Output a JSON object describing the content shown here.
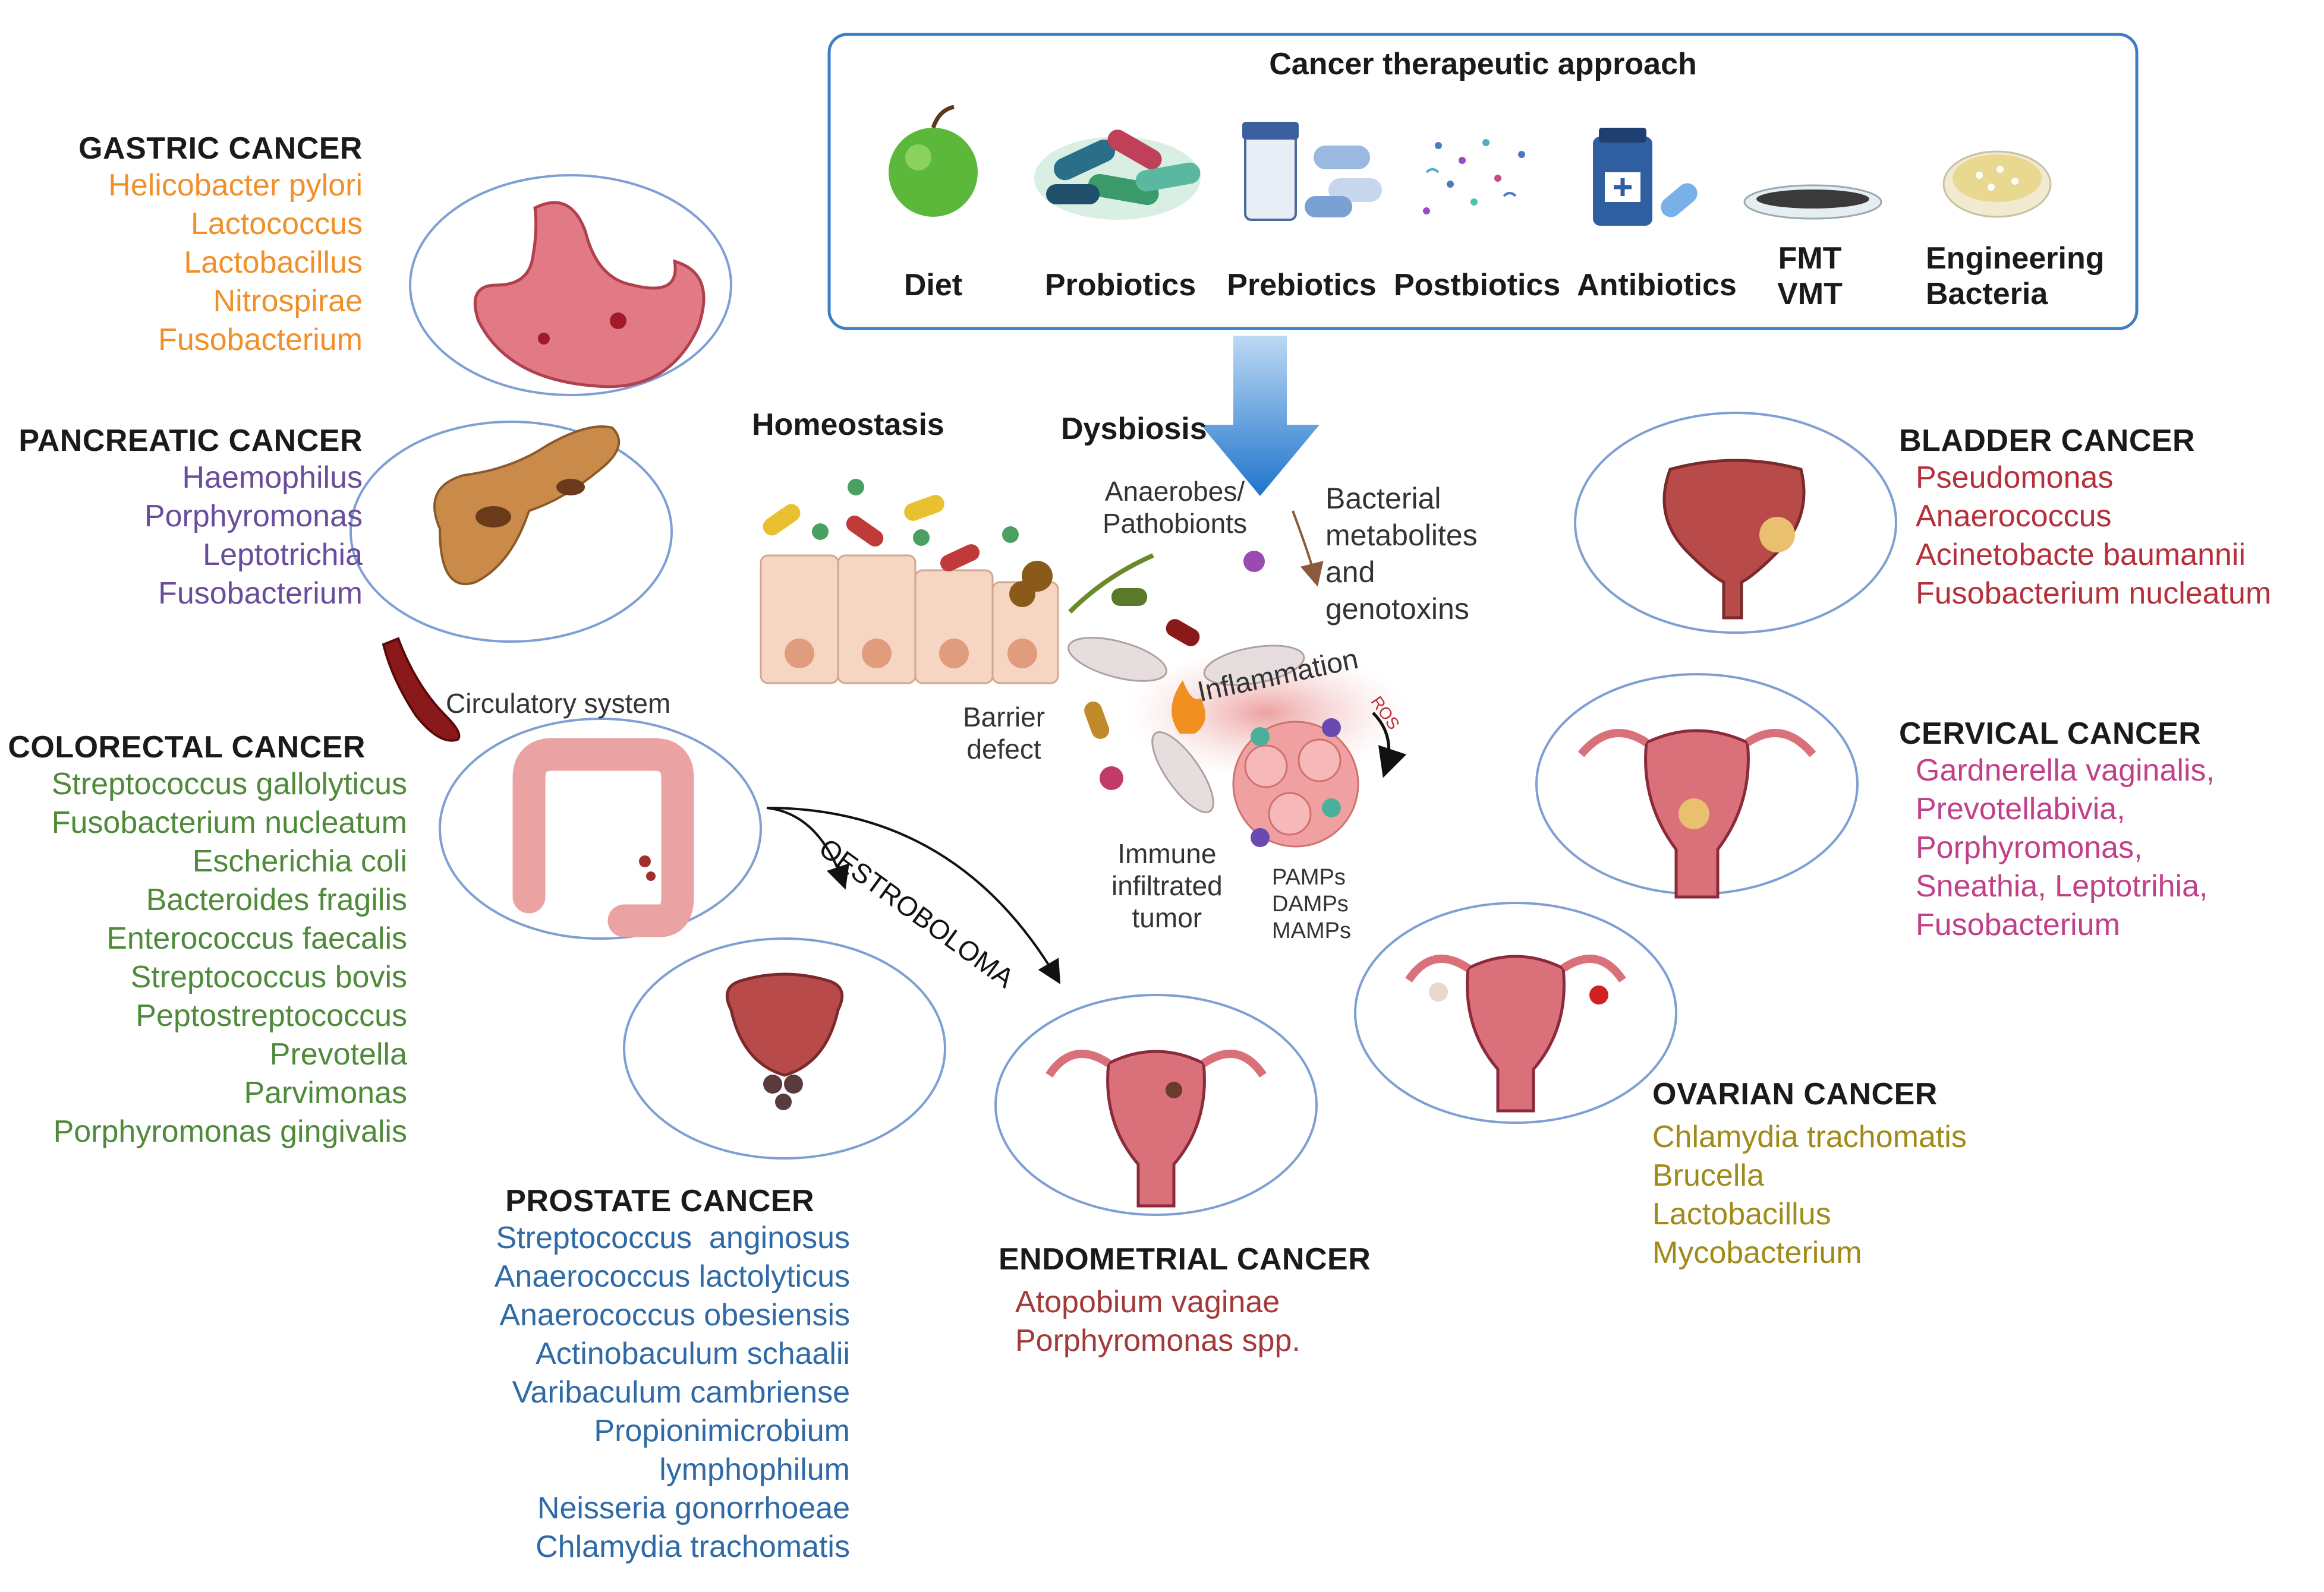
{
  "therapy": {
    "title": "Cancer therapeutic approach",
    "items": [
      {
        "label": "Diet"
      },
      {
        "label": "Probiotics"
      },
      {
        "label": "Prebiotics"
      },
      {
        "label": "Postbiotics"
      },
      {
        "label": "Antibiotics"
      },
      {
        "label_lines": [
          "FMT",
          "VMT"
        ]
      },
      {
        "label_lines": [
          "Engineering",
          "Bacteria"
        ]
      }
    ]
  },
  "center": {
    "homeostasis": "Homeostasis",
    "dysbiosis": "Dysbiosis",
    "anaerobes": [
      "Anaerobes/",
      "Pathobionts"
    ],
    "metabolites": [
      "Bacterial",
      "metabolites",
      "and",
      "genotoxins"
    ],
    "barrier": [
      "Barrier",
      "defect"
    ],
    "inflammation": "Inflammation",
    "ros": "ROS",
    "immune": [
      "Immune",
      "infiltrated",
      "tumor"
    ],
    "patterns": [
      "PAMPs",
      "DAMPs",
      "MAMPs"
    ],
    "circulatory": "Circulatory system",
    "oestroboloma": "OESTROBOLOMA"
  },
  "colors": {
    "gastric": "#f0902a",
    "pancreatic": "#6a4c9c",
    "colorectal": "#4f8a3a",
    "prostate": "#2f6aa6",
    "endometrial": "#a23a3a",
    "bladder": "#b5303a",
    "cervical": "#c0408a",
    "ovarian": "#a08a1a",
    "frame": "#3b7fc4",
    "arrow": "#2a7fd4"
  },
  "cancers": {
    "gastric": {
      "title": "GASTRIC CANCER",
      "bacteria": [
        "Helicobacter pylori",
        "Lactococcus",
        "Lactobacillus",
        "Nitrospirae",
        "Fusobacterium"
      ]
    },
    "pancreatic": {
      "title": "PANCREATIC CANCER",
      "bacteria": [
        "Haemophilus",
        "Porphyromonas",
        "Leptotrichia",
        "Fusobacterium"
      ]
    },
    "colorectal": {
      "title": "COLORECTAL CANCER",
      "bacteria": [
        "Streptococcus gallolyticus",
        "Fusobacterium nucleatum",
        "Escherichia coli",
        "Bacteroides fragilis",
        "Enterococcus faecalis",
        "Streptococcus bovis",
        "Peptostreptococcus",
        "Prevotella",
        "Parvimonas",
        "Porphyromonas gingivalis"
      ]
    },
    "prostate": {
      "title": "PROSTATE CANCER",
      "bacteria": [
        "Streptococcus  anginosus",
        "Anaerococcus lactolyticus",
        "Anaerococcus obesiensis",
        "Actinobaculum schaalii",
        "Varibaculum cambriense",
        "Propionimicrobium",
        "lymphophilum",
        "Neisseria gonorrhoeae",
        "Chlamydia trachomatis"
      ]
    },
    "endometrial": {
      "title": "ENDOMETRIAL CANCER",
      "bacteria": [
        "Atopobium vaginae",
        "Porphyromonas spp."
      ]
    },
    "bladder": {
      "title": "BLADDER CANCER",
      "bacteria": [
        "Pseudomonas",
        "Anaerococcus",
        "Acinetobacte baumannii",
        "Fusobacterium nucleatum"
      ]
    },
    "cervical": {
      "title": "CERVICAL CANCER",
      "bacteria": [
        "Gardnerella vaginalis,",
        "Prevotellabivia,",
        "Porphyromonas,",
        "Sneathia, Leptotrihia,",
        "Fusobacterium"
      ]
    },
    "ovarian": {
      "title": "OVARIAN CANCER",
      "bacteria": [
        "Chlamydia trachomatis",
        "Brucella",
        "Lactobacillus",
        "Mycobacterium"
      ]
    }
  }
}
